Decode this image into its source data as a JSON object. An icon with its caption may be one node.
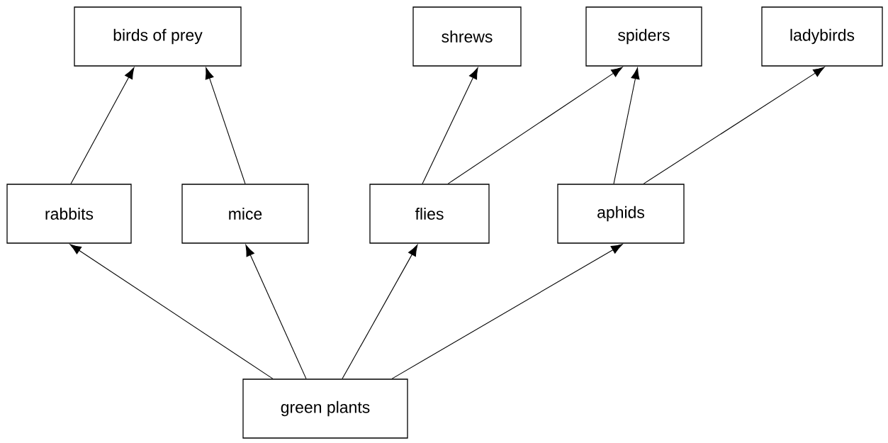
{
  "diagram": {
    "nodes": [
      {
        "text": [
          "birds of prey"
        ]
      },
      {
        "text": [
          "shrews"
        ]
      },
      {
        "text": [
          "spiders"
        ]
      },
      {
        "text": [
          "ladybirds"
        ]
      },
      {
        "text": [
          "rabbits"
        ]
      },
      {
        "text": [
          "mice"
        ]
      },
      {
        "text": [
          "flies"
        ]
      },
      {
        "text": [
          "aphids"
        ]
      },
      {
        "text": [
          "green plants"
        ]
      }
    ],
    "edges": [
      {
        "from": 8,
        "to": 4,
        "arrow": "to"
      },
      {
        "from": 8,
        "to": 5,
        "arrow": "to"
      },
      {
        "from": 8,
        "to": 6,
        "arrow": "to"
      },
      {
        "from": 8,
        "to": 7,
        "arrow": "to"
      },
      {
        "from": 4,
        "to": 0,
        "arrow": "to"
      },
      {
        "from": 5,
        "to": 0,
        "arrow": "to"
      },
      {
        "from": 6,
        "to": 1,
        "arrow": "to"
      },
      {
        "from": 6,
        "to": 2,
        "arrow": "to"
      },
      {
        "from": 7,
        "to": 2,
        "arrow": "to"
      },
      {
        "from": 7,
        "to": 3,
        "arrow": "to"
      }
    ]
  }
}
